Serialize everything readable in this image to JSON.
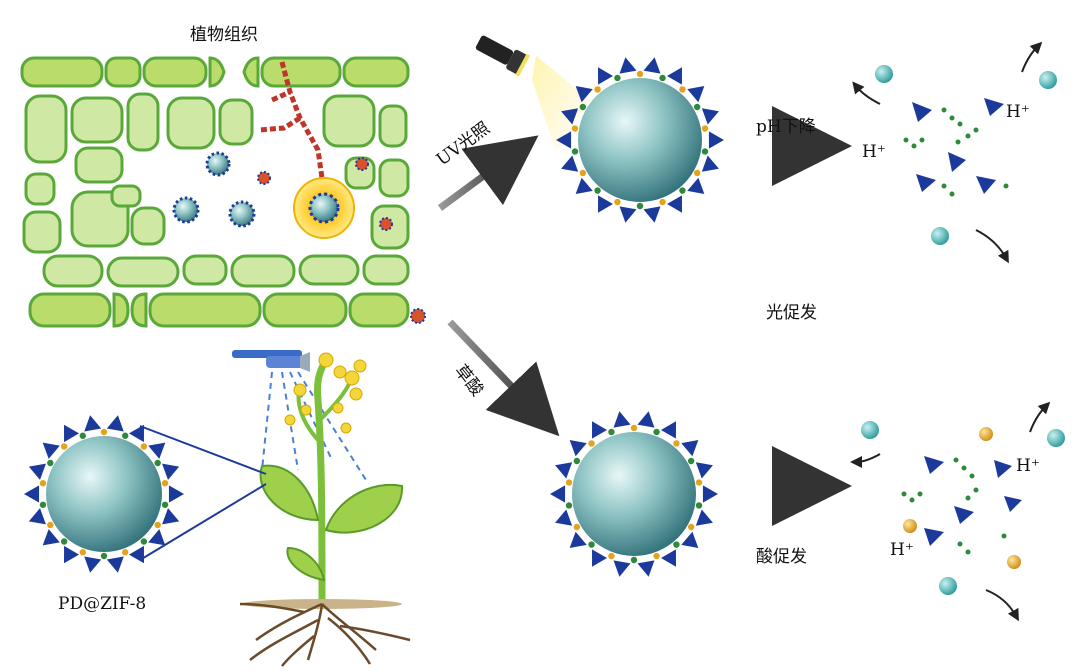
{
  "labels": {
    "plant_tissue": "植物组织",
    "uv": "UV光照",
    "ph_drop": "pH下降",
    "h_plus_1": "H⁺",
    "h_plus_2": "H⁺",
    "photo_triggered": "光促发",
    "oxalic_acid": "草酸",
    "acid_triggered": "酸促发",
    "h_plus_3": "H⁺",
    "h_plus_4": "H⁺",
    "particle_name": "PD@ZIF-8"
  },
  "colors": {
    "cell_fill": "#cfe8a4",
    "cell_stroke": "#5aa83a",
    "epidermis": "#b9dc6a",
    "particle_core": "#8fc4c4",
    "shell_triangle": "#1c3a9c",
    "ion_teal": "#3fb3b3",
    "ion_gold": "#e5a21c",
    "arrow_gray": "#555555",
    "stem": "#7bbf3a",
    "root": "#6b4a2b",
    "flower": "#f2d63a"
  },
  "icons": [
    "flashlight-icon",
    "sprayer-icon",
    "canola-plant-icon",
    "nanoparticle-icon"
  ]
}
